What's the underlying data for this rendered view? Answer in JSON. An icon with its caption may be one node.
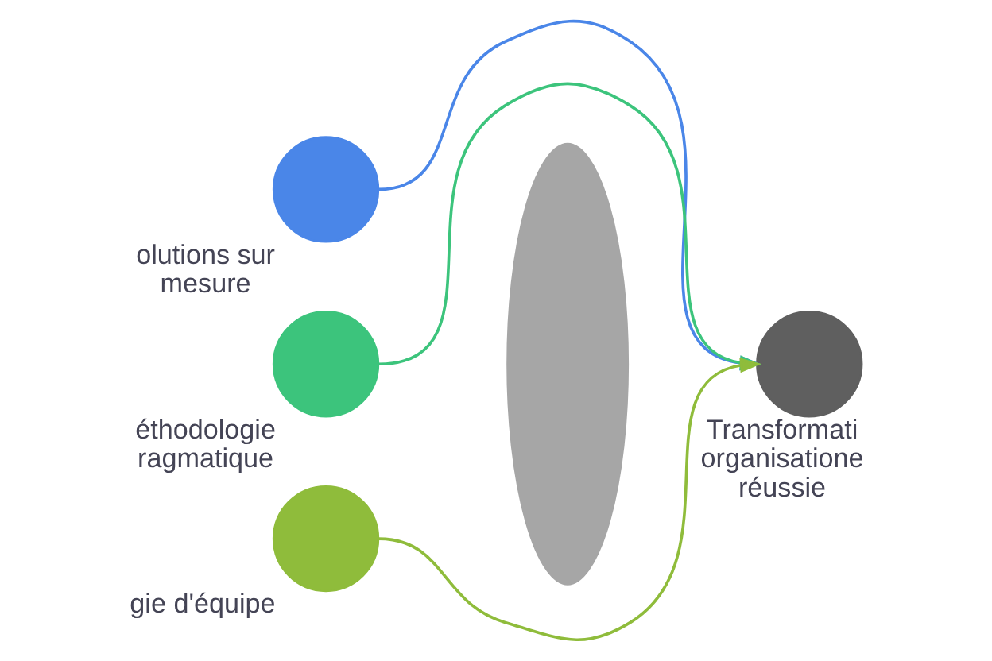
{
  "diagram": {
    "nodes": [
      {
        "text": [],
        "shape": "circle",
        "beside": [
          "olutions sur mesure"
        ]
      },
      {
        "text": [],
        "shape": "circle",
        "beside": [
          "éthodologie ragmatique"
        ]
      },
      {
        "text": [],
        "shape": "circle",
        "beside": [
          "gie d'équipe"
        ]
      },
      {
        "text": [],
        "shape": "lens"
      },
      {
        "text": [],
        "shape": "circle",
        "beside": [
          "Transformati organisatione réussie"
        ]
      }
    ],
    "edges": [
      {
        "from": 0,
        "to": 4,
        "arrow": "to",
        "color": "#4a86e8"
      },
      {
        "from": 1,
        "to": 4,
        "arrow": "to",
        "color": "#3cc47c"
      },
      {
        "from": 2,
        "to": 4,
        "arrow": "to",
        "color": "#8fbc3b"
      }
    ]
  }
}
